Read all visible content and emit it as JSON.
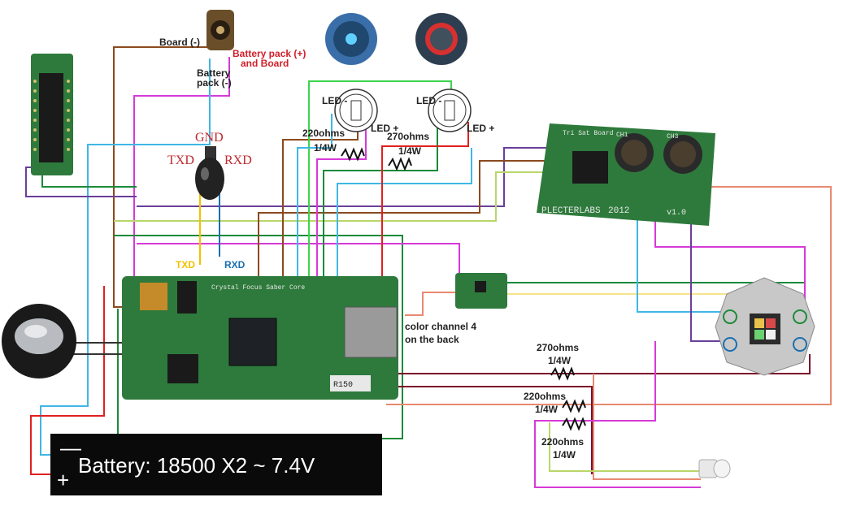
{
  "labels": {
    "board_minus": "Board (-)",
    "battery_plus_1": "Battery pack (+)",
    "battery_plus_2": "and Board",
    "battery_minus_1": "Battery",
    "battery_minus_2": "pack (-)",
    "gnd": "GND",
    "txd_top": "TXD",
    "rxd_top": "RXD",
    "txd": "TXD",
    "rxd": "RXD",
    "r1_value": "220ohms",
    "r1_watt": "1/4W",
    "r2_value": "270ohms",
    "r2_watt": "1/4W",
    "r3_value": "270ohms",
    "r3_watt": "1/4W",
    "r4_value": "220ohms",
    "r4_watt": "1/4W",
    "r5_value": "220ohms",
    "r5_watt": "1/4W",
    "color_channel_1": "color channel 4",
    "color_channel_2": "on the back",
    "battery": "Battery: 18500 X2 ~ 7.4V",
    "battery_minus": "—",
    "battery_plus": "+",
    "led_minus_1": "LED -",
    "led_plus_1": "LED +",
    "led_minus_2": "LED -",
    "led_plus_2": "LED +",
    "board_name": "PLECTERLABS",
    "board_year": "2012",
    "board_ver": "v1.0",
    "board_tag": "Tri Sat Board",
    "ch1": "CH1",
    "ch3": "CH3",
    "main_board": "Crystal Focus Saber Core",
    "r150": "R150"
  },
  "colors": {
    "brown": "#8b4a1e",
    "magenta": "#d63ad8",
    "cyan": "#3fb7e6",
    "purple": "#6a3f9a",
    "green": "#1c8a3a",
    "lime": "#b9d66a",
    "salmon": "#e88a70",
    "red": "#e02020",
    "yellow": "#f5e38a",
    "dark_red": "#7a0f2a",
    "pcb_green": "#2e7a3c"
  }
}
